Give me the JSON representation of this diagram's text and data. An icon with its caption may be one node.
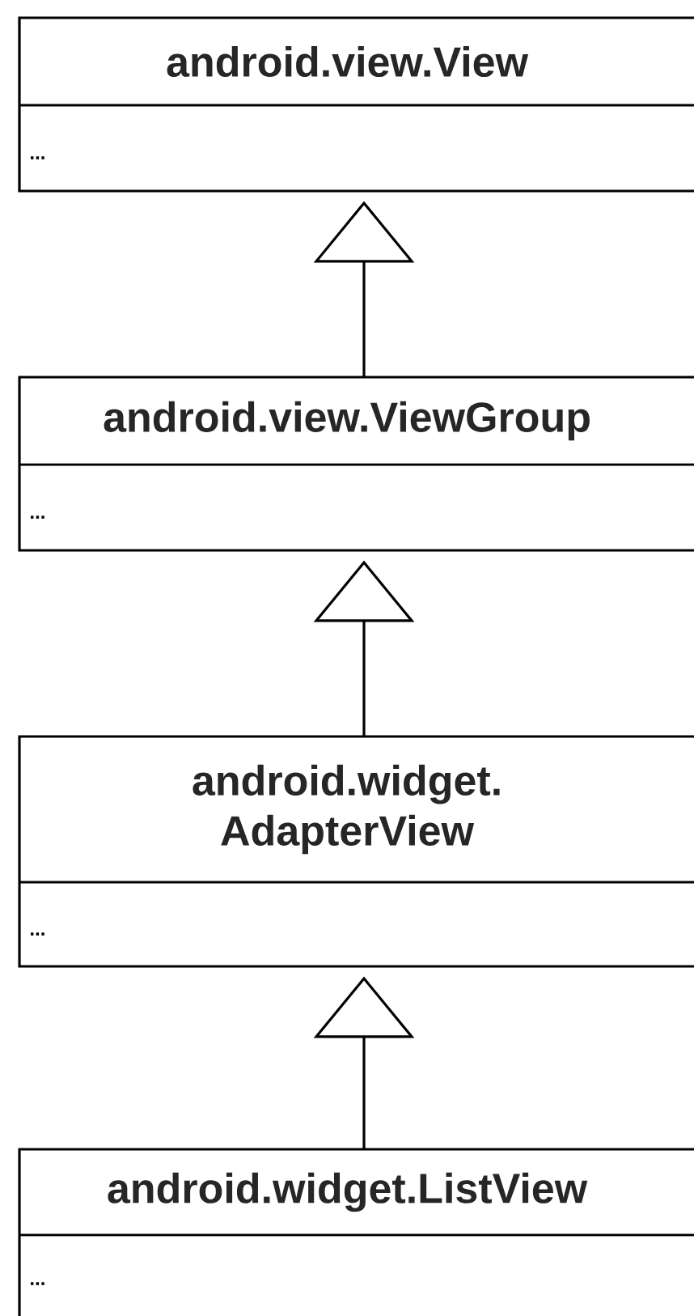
{
  "diagram": {
    "nodes": [
      {
        "text": [
          "android.view.View",
          "..."
        ]
      },
      {
        "text": [
          "android.view.ViewGroup",
          "..."
        ]
      },
      {
        "text": [
          "android.widget. AdapterView",
          "..."
        ]
      },
      {
        "text": [
          "android.widget.ListView",
          "..."
        ]
      }
    ],
    "edges": [
      {
        "from": 1,
        "to": 0,
        "arrow": "to"
      },
      {
        "from": 2,
        "to": 1,
        "arrow": "to"
      },
      {
        "from": 3,
        "to": 2,
        "arrow": "to"
      }
    ]
  }
}
